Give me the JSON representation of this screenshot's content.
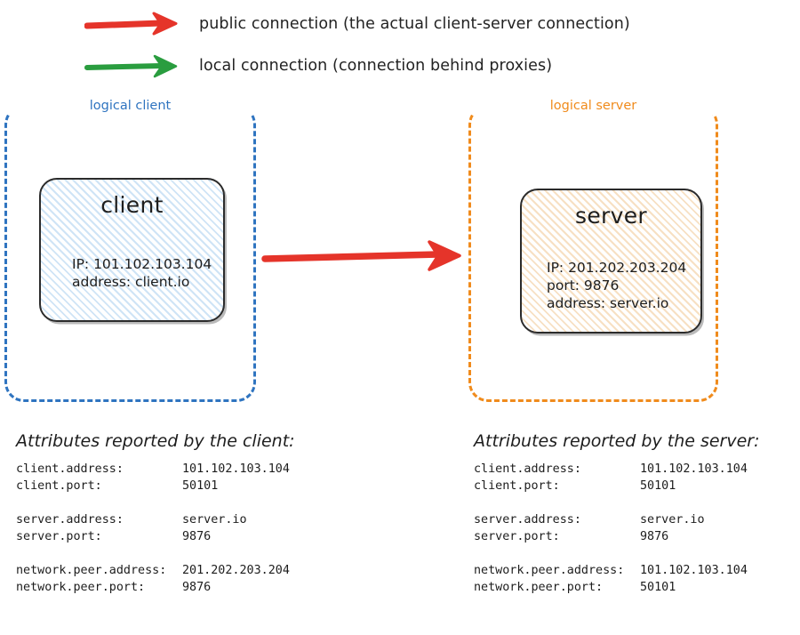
{
  "legend": {
    "items": [
      {
        "id": "public",
        "arrow_color": "#e5342a",
        "icon": "red-arrow-icon",
        "label": "public connection (the actual client-server connection)"
      },
      {
        "id": "local",
        "arrow_color": "#2a9d3f",
        "icon": "green-arrow-icon",
        "label": "local connection (connection behind proxies)"
      }
    ]
  },
  "diagram": {
    "connection_arrow": {
      "icon": "red-arrow-icon",
      "color": "#e5342a",
      "kind": "public connection"
    },
    "logical_client": {
      "label": "logical client",
      "border_color": "#2f74c0",
      "node": {
        "title": "client",
        "props": [
          "IP: 101.102.103.104",
          "address: client.io"
        ],
        "fill_color": "#eef6fd",
        "hatch_color": "#cfe4f6"
      }
    },
    "logical_server": {
      "label": "logical server",
      "border_color": "#f08b1c",
      "node": {
        "title": "server",
        "props": [
          "IP: 201.202.203.204",
          "port: 9876",
          "address: server.io"
        ],
        "fill_color": "#fdf6ec",
        "hatch_color": "#f7e0c3"
      }
    }
  },
  "attributes": {
    "client_report": {
      "heading": "Attributes reported by the client:",
      "rows": [
        {
          "key": "client.address:",
          "value": "101.102.103.104"
        },
        {
          "key": "client.port:",
          "value": "50101"
        },
        {
          "key": "",
          "value": ""
        },
        {
          "key": "server.address:",
          "value": "server.io"
        },
        {
          "key": "server.port:",
          "value": "9876"
        },
        {
          "key": "",
          "value": ""
        },
        {
          "key": "network.peer.address:",
          "value": "201.202.203.204"
        },
        {
          "key": "network.peer.port:",
          "value": "9876"
        }
      ]
    },
    "server_report": {
      "heading": "Attributes reported by the server:",
      "rows": [
        {
          "key": "client.address:",
          "value": "101.102.103.104"
        },
        {
          "key": "client.port:",
          "value": "50101"
        },
        {
          "key": "",
          "value": ""
        },
        {
          "key": "server.address:",
          "value": "server.io"
        },
        {
          "key": "server.port:",
          "value": "9876"
        },
        {
          "key": "",
          "value": ""
        },
        {
          "key": "network.peer.address:",
          "value": "101.102.103.104"
        },
        {
          "key": "network.peer.port:",
          "value": "50101"
        }
      ]
    }
  }
}
